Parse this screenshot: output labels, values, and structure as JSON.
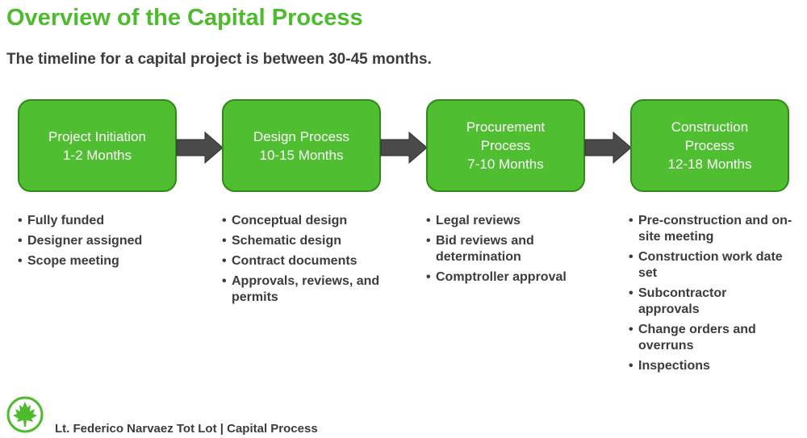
{
  "header": {
    "title": "Overview of the Capital Process",
    "subtitle": "The timeline for a capital project is between 30-45 months."
  },
  "steps": [
    {
      "lines": [
        "Project Initiation",
        "1-2 Months"
      ],
      "bullets": [
        "Fully funded",
        "Designer assigned",
        "Scope meeting"
      ]
    },
    {
      "lines": [
        "Design Process",
        "10-15 Months"
      ],
      "bullets": [
        "Conceptual design",
        "Schematic design",
        "Contract documents",
        "Approvals, reviews, and permits"
      ]
    },
    {
      "lines": [
        "Procurement",
        "Process",
        "7-10 Months"
      ],
      "bullets": [
        "Legal reviews",
        "Bid reviews and determination",
        "Comptroller approval"
      ]
    },
    {
      "lines": [
        "Construction",
        "Process",
        "12-18 Months"
      ],
      "bullets": [
        "Pre-construction and on-site meeting",
        "Construction work date set",
        "Subcontractor approvals",
        "Change orders and overruns",
        "Inspections"
      ]
    }
  ],
  "bullet_symbol": "•",
  "footer": {
    "text": "Lt. Federico Narvaez Tot Lot  |  Capital Process",
    "logo_icon": "maple-leaf-icon"
  },
  "colors": {
    "title_green": "#4cbb2c",
    "box_fill": "#4fbe30",
    "box_border": "#2f8a1a",
    "arrow": "#4a4a4a",
    "text": "#3c3c3c"
  }
}
